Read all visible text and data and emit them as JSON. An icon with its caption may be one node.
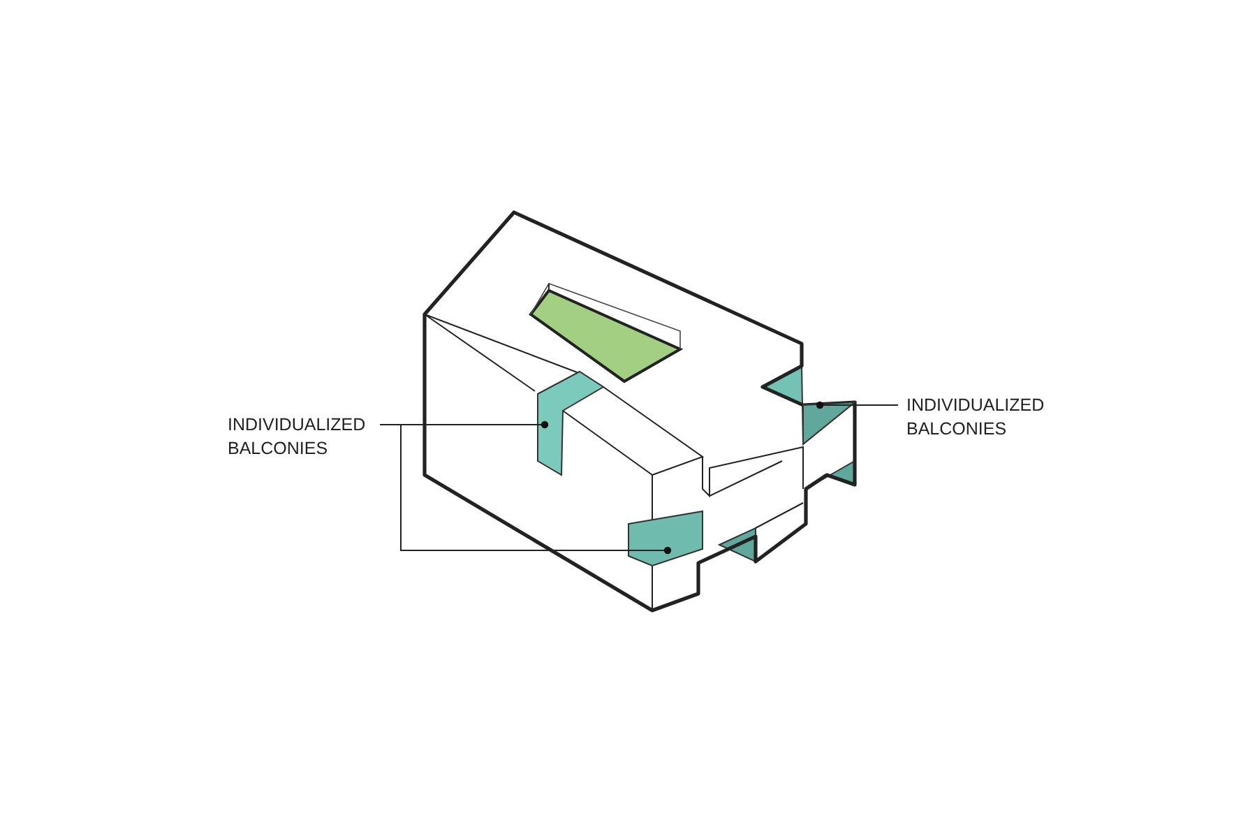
{
  "diagram": {
    "nodes": [
      {
        "text": [
          "INDIVIDUALIZED BALCONIES"
        ]
      },
      {
        "text": [],
        "shape": "picture"
      },
      {
        "text": [],
        "shape": "picture"
      },
      {
        "text": [
          "INDIVIDUALIZED BALCONIES"
        ]
      },
      {
        "text": [],
        "shape": "picture"
      }
    ],
    "edges": [
      {
        "from": 0,
        "to": 1,
        "arrow": "other"
      },
      {
        "from": 0,
        "to": 2,
        "arrow": "other"
      },
      {
        "from": 3,
        "to": 4,
        "arrow": "other"
      }
    ]
  }
}
